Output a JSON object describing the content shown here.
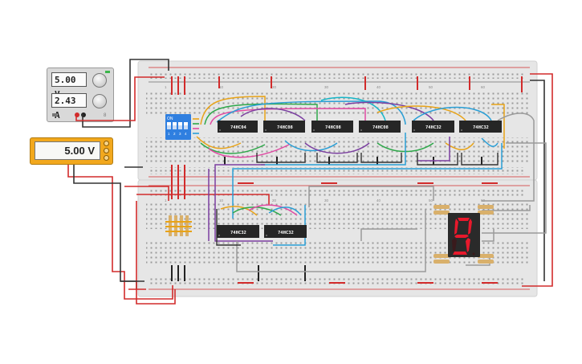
{
  "power_supply": {
    "voltage_display": "5.00 V",
    "current_display": "2.43 A",
    "corner_label": "8"
  },
  "multimeter": {
    "reading": "5.00 V"
  },
  "dip_switch": {
    "label": "ON",
    "positions": [
      "1",
      "2",
      "3",
      "4"
    ]
  },
  "chips": {
    "top_row": [
      "74HC04",
      "74HC08",
      "74HC08",
      "74HC08",
      "74HC32",
      "74HC32"
    ],
    "bottom_row": [
      "74HC32",
      "74HC32"
    ]
  },
  "breadboard_top": {
    "column_labels": [
      "1",
      "10",
      "20",
      "30",
      "40",
      "50",
      "60"
    ]
  },
  "breadboard_bottom": {
    "column_labels": [
      "1",
      "10",
      "20",
      "30",
      "40",
      "50",
      "60"
    ]
  },
  "seven_segment": {
    "digit_shown": "9",
    "lit_segments": [
      "a",
      "b",
      "c",
      "d",
      "f",
      "g"
    ]
  },
  "colors": {
    "board": "#e6e6e6",
    "rail_red": "#d22b2b",
    "chip": "#262626",
    "power_supply": "#d9d9d9",
    "multimeter": "#f2a81d",
    "dip_switch": "#2f7fe0",
    "segment_on": "#e8192c"
  }
}
